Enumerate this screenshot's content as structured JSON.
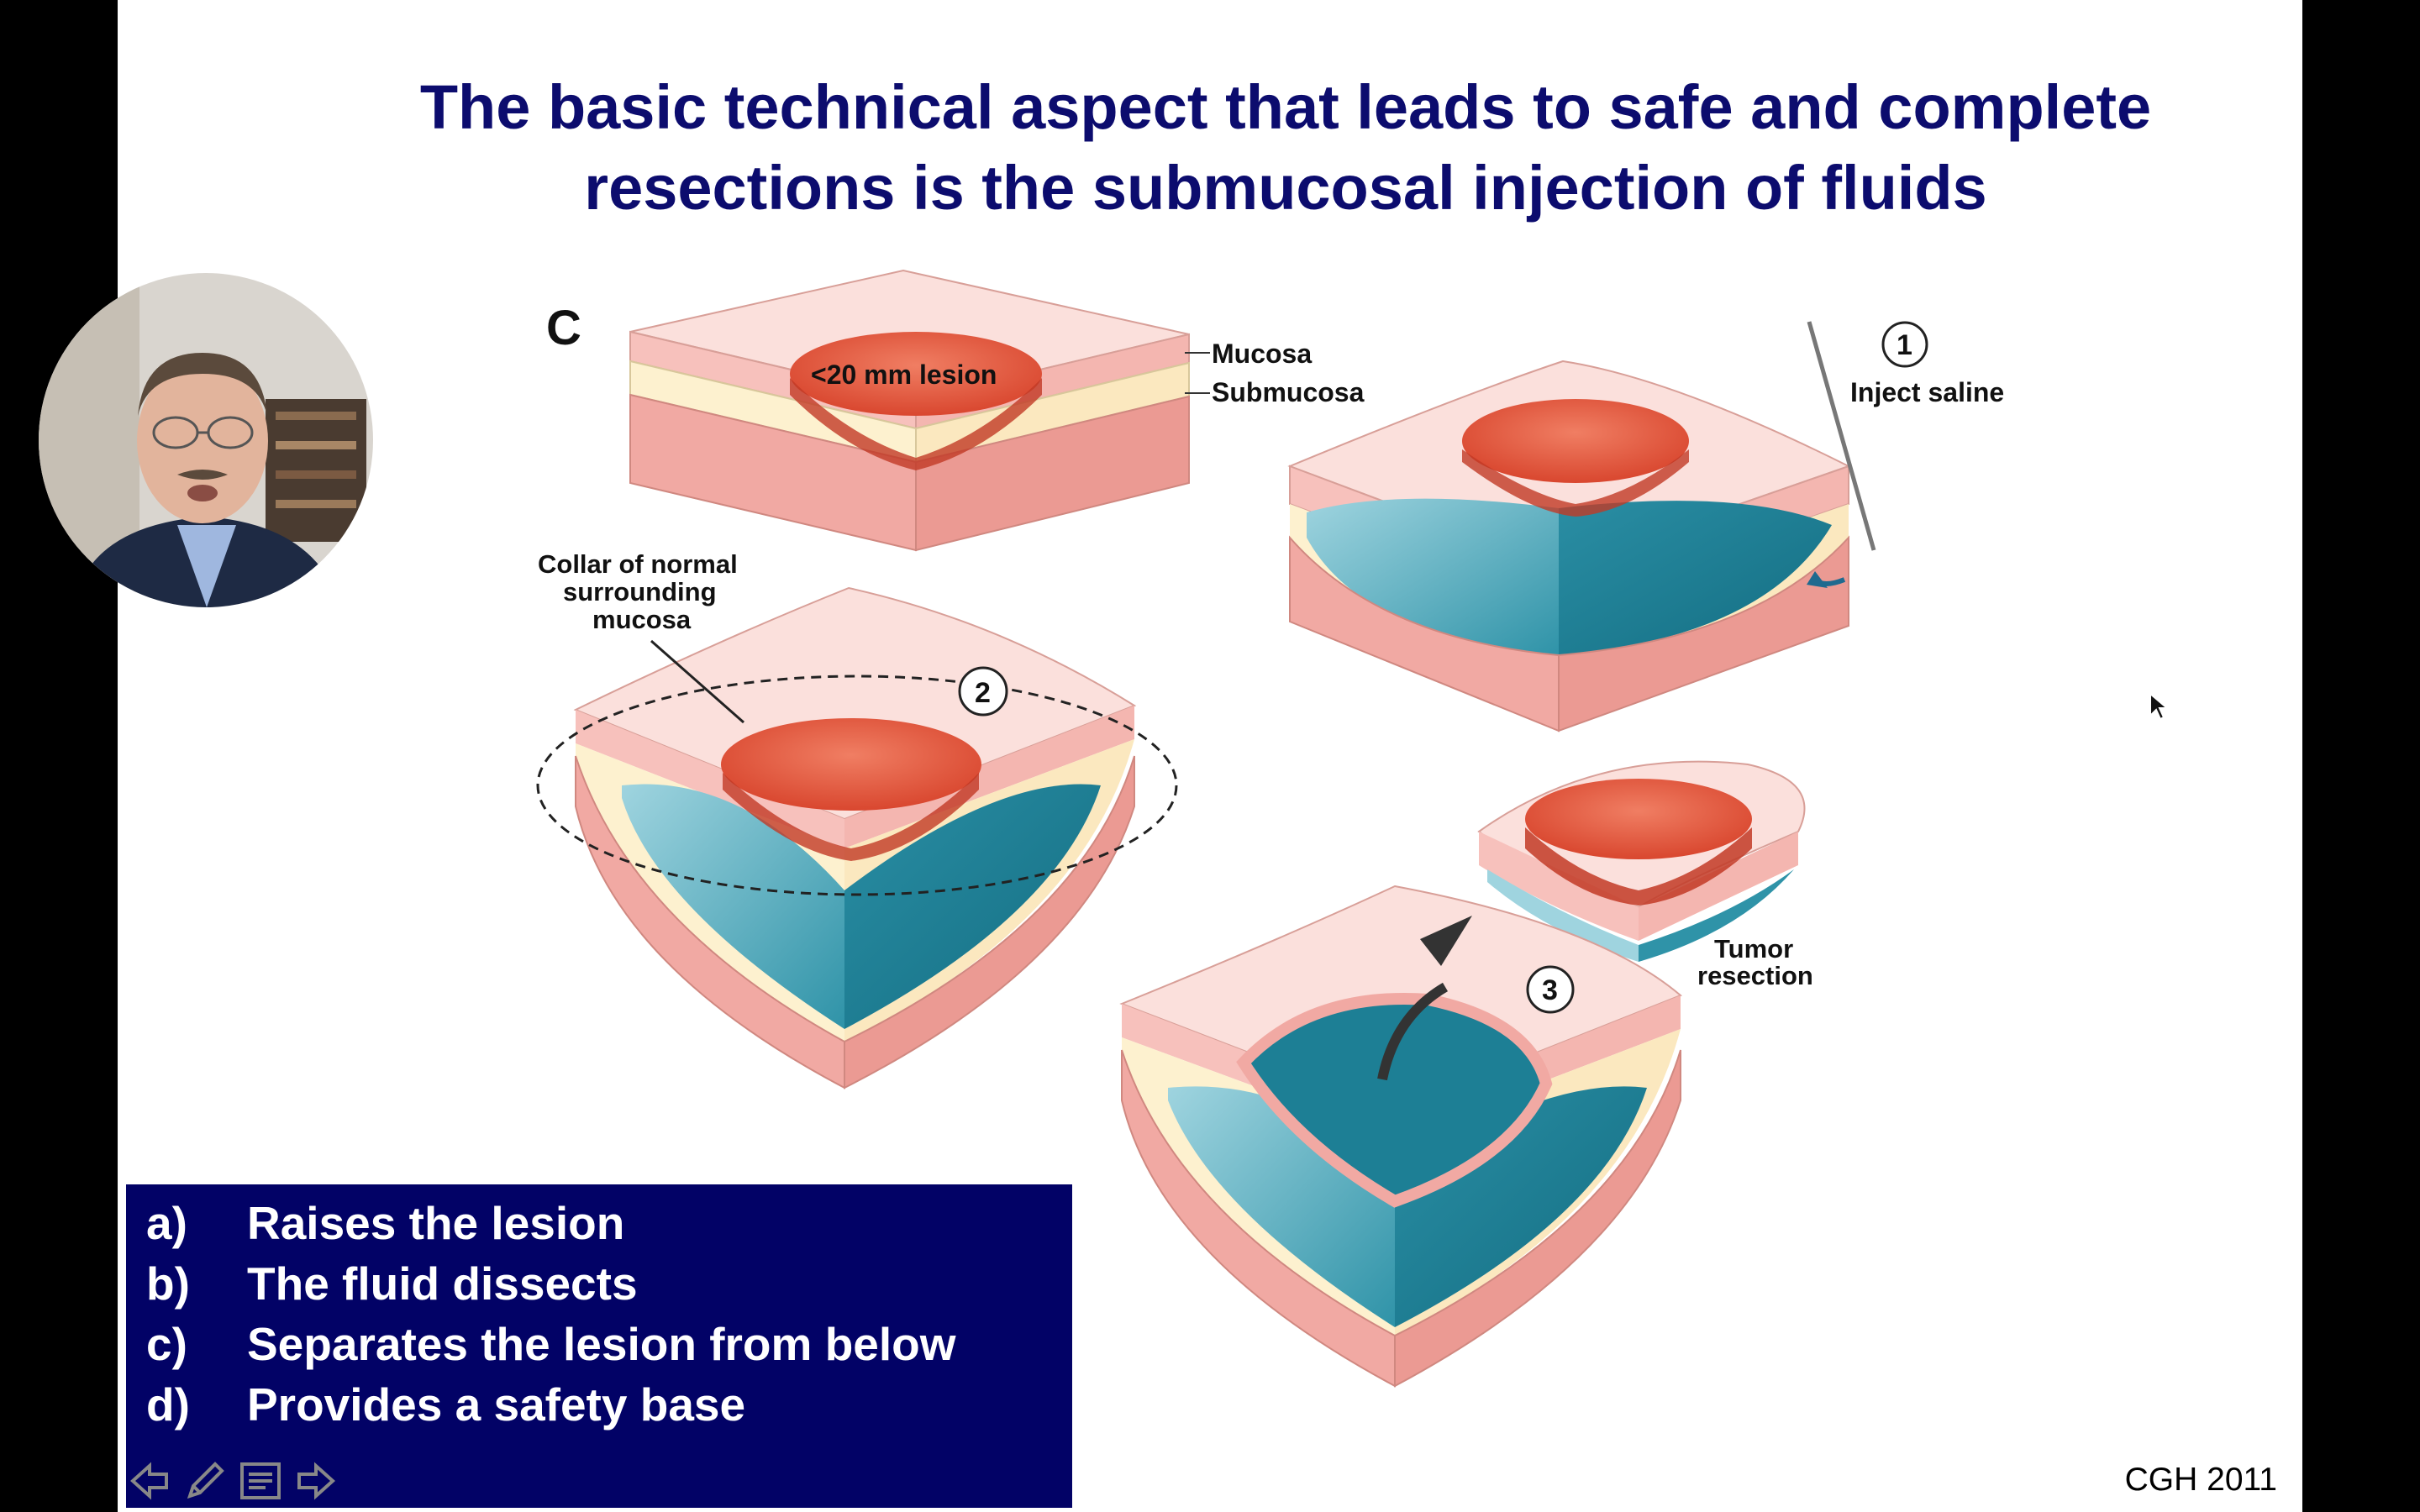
{
  "slide": {
    "title_lines": [
      "The basic technical aspect that leads to safe and complete",
      "resections is the submucosal injection of fluids"
    ],
    "citation": "CGH 2011"
  },
  "figure": {
    "panel_letter": "C",
    "lesion_label": "<20 mm lesion",
    "mucosa_label": "Mucosa",
    "submucosa_label": "Submucosa",
    "step1_number": "1",
    "step1_label": "Inject saline",
    "collar_label_lines": [
      "Collar of normal",
      "surrounding",
      "mucosa"
    ],
    "step2_number": "2",
    "step3_number": "3",
    "tumor_label_lines": [
      "Tumor",
      "resection"
    ],
    "colors": {
      "mucosa": "#f8c8c4",
      "submucosa": "#fdf1cf",
      "muscle": "#f1a9a3",
      "lesion": "#e2573f",
      "fluid": "#2f93a8"
    }
  },
  "answers": [
    {
      "letter": "a)",
      "text": "Raises the lesion"
    },
    {
      "letter": "b)",
      "text": "The fluid dissects"
    },
    {
      "letter": "c)",
      "text": "Separates the lesion from below"
    },
    {
      "letter": "d)",
      "text": "Provides a safety base"
    }
  ],
  "navigation": {
    "icons": [
      "arrow-left-icon",
      "pencil-icon",
      "menu-icon",
      "arrow-right-icon"
    ]
  },
  "webcam": {
    "description": "presenter-video"
  }
}
